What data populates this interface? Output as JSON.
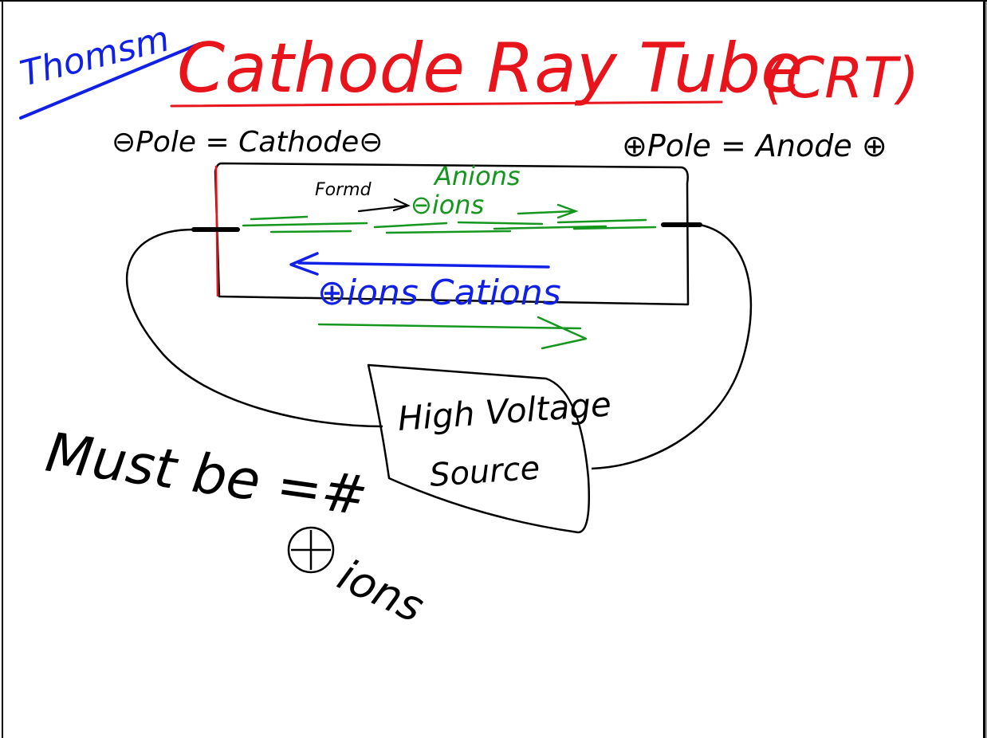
{
  "colors": {
    "red": "#e8141b",
    "blue": "#1020e6",
    "green": "#15961e",
    "black": "#000000"
  },
  "labels": {
    "thomson": "Thomsm",
    "title": "Cathode Ray Tube",
    "crt": "(CRT)",
    "cathode": "⊖Pole = Cathode⊖",
    "anode": "⊕Pole = Anode ⊕",
    "anions": "Anions",
    "formed": "Formd",
    "neg_ions": "⊖ions",
    "pos_ions": "⊕ions Cations",
    "source_line1": "High Voltage",
    "source_line2": "Source",
    "must_be": "Must be =#",
    "ions_tail": "ions"
  }
}
